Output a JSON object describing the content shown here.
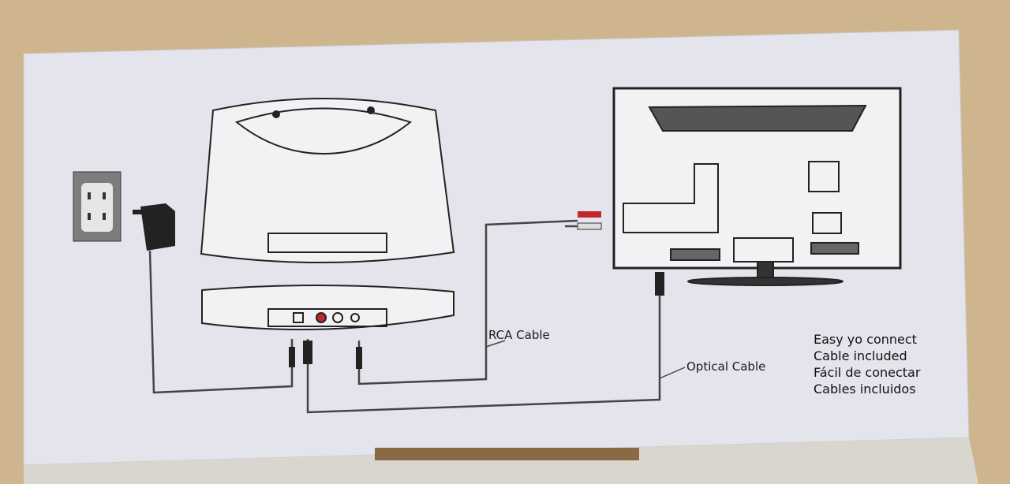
{
  "labels": {
    "rca_cable": "RCA Cable",
    "optical_cable": "Optical Cable"
  },
  "info_lines": [
    "Easy yo connect",
    "Cable included",
    "Fácil de conectar",
    "Cables incluidos"
  ],
  "colors": {
    "box": "#e6e7ef",
    "table": "#cfb58e",
    "line": "#333333",
    "rca_red": "#c0282d"
  }
}
